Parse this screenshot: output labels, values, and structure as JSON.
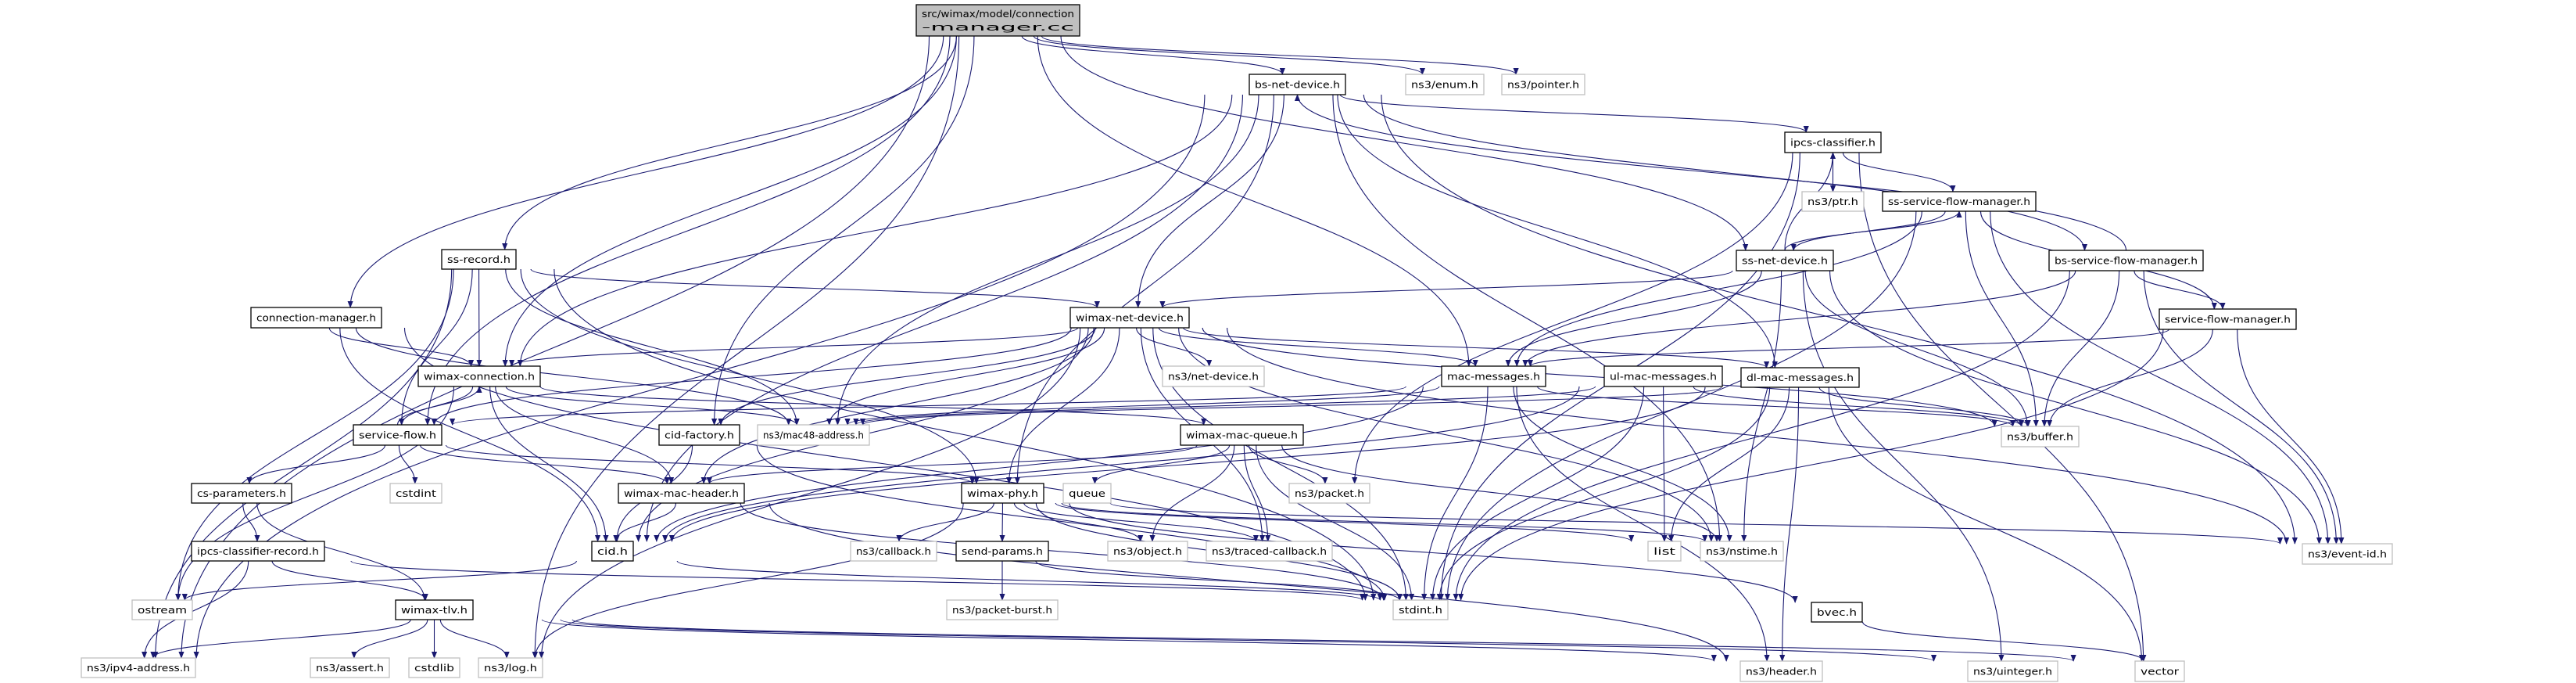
{
  "colors": {
    "edge": "#191970",
    "root_fill": "#bfbfbf",
    "internal_border": "#000000",
    "external_border": "#bfbfbf",
    "background": "#ffffff"
  },
  "graph": {
    "nodes": [
      {
        "id": "root",
        "kind": "root",
        "label_lines": [
          "src/wimax/model/connection",
          "-manager.cc"
        ]
      },
      {
        "id": "bsnd",
        "kind": "internal",
        "label": "bs-net-device.h"
      },
      {
        "id": "enum",
        "kind": "external",
        "label": "ns3/enum.h"
      },
      {
        "id": "pointer",
        "kind": "external",
        "label": "ns3/pointer.h"
      },
      {
        "id": "ssrec",
        "kind": "internal",
        "label": "ss-record.h"
      },
      {
        "id": "connmgr",
        "kind": "internal",
        "label": "connection-manager.h"
      },
      {
        "id": "wnd",
        "kind": "internal",
        "label": "wimax-net-device.h"
      },
      {
        "id": "ipcscl",
        "kind": "internal",
        "label": "ipcs-classifier.h"
      },
      {
        "id": "ptr",
        "kind": "external",
        "label": "ns3/ptr.h"
      },
      {
        "id": "sssfm",
        "kind": "internal",
        "label": "ss-service-flow-manager.h"
      },
      {
        "id": "ssnd",
        "kind": "internal",
        "label": "ss-net-device.h"
      },
      {
        "id": "bssfm",
        "kind": "internal",
        "label": "bs-service-flow-manager.h"
      },
      {
        "id": "sfm",
        "kind": "internal",
        "label": "service-flow-manager.h"
      },
      {
        "id": "wconn",
        "kind": "internal",
        "label": "wimax-connection.h"
      },
      {
        "id": "netdev",
        "kind": "external",
        "label": "ns3/net-device.h"
      },
      {
        "id": "macmsg",
        "kind": "internal",
        "label": "mac-messages.h"
      },
      {
        "id": "ulmac",
        "kind": "internal",
        "label": "ul-mac-messages.h"
      },
      {
        "id": "dlmac",
        "kind": "internal",
        "label": "dl-mac-messages.h"
      },
      {
        "id": "sflow",
        "kind": "internal",
        "label": "service-flow.h"
      },
      {
        "id": "cidf",
        "kind": "internal",
        "label": "cid-factory.h"
      },
      {
        "id": "mac48",
        "kind": "external",
        "label": "ns3/mac48-address.h"
      },
      {
        "id": "wmq",
        "kind": "internal",
        "label": "wimax-mac-queue.h"
      },
      {
        "id": "buffer",
        "kind": "external",
        "label": "ns3/buffer.h"
      },
      {
        "id": "csparam",
        "kind": "internal",
        "label": "cs-parameters.h"
      },
      {
        "id": "cstdint",
        "kind": "external",
        "label": "cstdint"
      },
      {
        "id": "wmh",
        "kind": "internal",
        "label": "wimax-mac-header.h"
      },
      {
        "id": "wphy",
        "kind": "internal",
        "label": "wimax-phy.h"
      },
      {
        "id": "queue",
        "kind": "external",
        "label": "queue"
      },
      {
        "id": "packet",
        "kind": "external",
        "label": "ns3/packet.h"
      },
      {
        "id": "ipcsrec",
        "kind": "internal",
        "label": "ipcs-classifier-record.h"
      },
      {
        "id": "cid",
        "kind": "internal",
        "label": "cid.h"
      },
      {
        "id": "callback",
        "kind": "external",
        "label": "ns3/callback.h"
      },
      {
        "id": "sendp",
        "kind": "internal",
        "label": "send-params.h"
      },
      {
        "id": "object",
        "kind": "external",
        "label": "ns3/object.h"
      },
      {
        "id": "traced",
        "kind": "external",
        "label": "ns3/traced-callback.h"
      },
      {
        "id": "list",
        "kind": "external",
        "label": "list"
      },
      {
        "id": "nstime",
        "kind": "external",
        "label": "ns3/nstime.h"
      },
      {
        "id": "eventid",
        "kind": "external",
        "label": "ns3/event-id.h"
      },
      {
        "id": "ostream",
        "kind": "external",
        "label": "ostream"
      },
      {
        "id": "wtlv",
        "kind": "internal",
        "label": "wimax-tlv.h"
      },
      {
        "id": "pburst",
        "kind": "external",
        "label": "ns3/packet-burst.h"
      },
      {
        "id": "stdint",
        "kind": "external",
        "label": "stdint.h"
      },
      {
        "id": "bvec",
        "kind": "internal",
        "label": "bvec.h"
      },
      {
        "id": "ipv4",
        "kind": "external",
        "label": "ns3/ipv4-address.h"
      },
      {
        "id": "assert",
        "kind": "external",
        "label": "ns3/assert.h"
      },
      {
        "id": "cstdlib",
        "kind": "external",
        "label": "cstdlib"
      },
      {
        "id": "log",
        "kind": "external",
        "label": "ns3/log.h"
      },
      {
        "id": "header",
        "kind": "external",
        "label": "ns3/header.h"
      },
      {
        "id": "uinteger",
        "kind": "external",
        "label": "ns3/uinteger.h"
      },
      {
        "id": "vector",
        "kind": "external",
        "label": "vector"
      }
    ],
    "edges": [
      [
        "root",
        "bsnd"
      ],
      [
        "root",
        "enum"
      ],
      [
        "root",
        "pointer"
      ],
      [
        "root",
        "ssrec"
      ],
      [
        "root",
        "connmgr"
      ],
      [
        "root",
        "sflow"
      ],
      [
        "root",
        "ipv4"
      ],
      [
        "root",
        "log"
      ],
      [
        "root",
        "cidf"
      ],
      [
        "root",
        "ssnd"
      ],
      [
        "root",
        "macmsg"
      ],
      [
        "root",
        "wconn"
      ],
      [
        "bsnd",
        "wconn"
      ],
      [
        "bsnd",
        "mac48"
      ],
      [
        "bsnd",
        "wnd"
      ],
      [
        "bsnd",
        "ipcscl"
      ],
      [
        "bsnd",
        "nstime"
      ],
      [
        "bsnd",
        "bssfm"
      ],
      [
        "bsnd",
        "dlmac"
      ],
      [
        "bsnd",
        "ipv4"
      ],
      [
        "bsnd",
        "eventid"
      ],
      [
        "bsnd",
        "cid"
      ],
      [
        "bsnd",
        "wphy"
      ],
      [
        "ssrec",
        "wconn"
      ],
      [
        "ssrec",
        "sflow"
      ],
      [
        "ssrec",
        "mac48"
      ],
      [
        "ssrec",
        "wnd"
      ],
      [
        "ssrec",
        "ostream"
      ],
      [
        "ssrec",
        "ipv4"
      ],
      [
        "ssrec",
        "stdint"
      ],
      [
        "ssrec",
        "wphy"
      ],
      [
        "connmgr",
        "wconn"
      ],
      [
        "connmgr",
        "cid"
      ],
      [
        "connmgr",
        "mac48"
      ],
      [
        "connmgr",
        "stdint"
      ],
      [
        "wconn",
        "sflow"
      ],
      [
        "wconn",
        "cid"
      ],
      [
        "wconn",
        "wmh"
      ],
      [
        "wconn",
        "wmq"
      ],
      [
        "wconn",
        "ostream"
      ],
      [
        "wconn",
        "mac48"
      ],
      [
        "sflow",
        "wconn"
      ],
      [
        "sflow",
        "csparam"
      ],
      [
        "sflow",
        "cstdint"
      ],
      [
        "sflow",
        "wmh"
      ],
      [
        "sflow",
        "wphy"
      ],
      [
        "csparam",
        "ipcsrec"
      ],
      [
        "csparam",
        "wtlv"
      ],
      [
        "ipcsrec",
        "wtlv"
      ],
      [
        "ipcsrec",
        "ipv4"
      ],
      [
        "ipcsrec",
        "stdint"
      ],
      [
        "wtlv",
        "ipv4"
      ],
      [
        "wtlv",
        "assert"
      ],
      [
        "wtlv",
        "cstdlib"
      ],
      [
        "wtlv",
        "log"
      ],
      [
        "wtlv",
        "header"
      ],
      [
        "wtlv",
        "uinteger"
      ],
      [
        "wtlv",
        "vector"
      ],
      [
        "cid",
        "ostream"
      ],
      [
        "cid",
        "stdint"
      ],
      [
        "wmh",
        "cid"
      ],
      [
        "wmh",
        "stdint"
      ],
      [
        "wmh",
        "header"
      ],
      [
        "cidf",
        "cid"
      ],
      [
        "cidf",
        "stdint"
      ],
      [
        "wnd",
        "wconn"
      ],
      [
        "wnd",
        "sflow"
      ],
      [
        "wnd",
        "cidf"
      ],
      [
        "wnd",
        "mac48"
      ],
      [
        "wnd",
        "netdev"
      ],
      [
        "wnd",
        "macmsg"
      ],
      [
        "wnd",
        "dlmac"
      ],
      [
        "wnd",
        "wphy"
      ],
      [
        "wnd",
        "wmh"
      ],
      [
        "wnd",
        "cid"
      ],
      [
        "wnd",
        "log"
      ],
      [
        "wnd",
        "traced"
      ],
      [
        "wnd",
        "stdint"
      ],
      [
        "wnd",
        "eventid"
      ],
      [
        "wnd",
        "nstime"
      ],
      [
        "wnd",
        "buffer"
      ],
      [
        "wmq",
        "queue"
      ],
      [
        "wmq",
        "packet"
      ],
      [
        "wmq",
        "object"
      ],
      [
        "wmq",
        "traced"
      ],
      [
        "wmq",
        "stdint"
      ],
      [
        "wmq",
        "nstime"
      ],
      [
        "wmq",
        "wmh"
      ],
      [
        "wphy",
        "callback"
      ],
      [
        "wphy",
        "sendp"
      ],
      [
        "wphy",
        "object"
      ],
      [
        "wphy",
        "traced"
      ],
      [
        "wphy",
        "stdint"
      ],
      [
        "wphy",
        "list"
      ],
      [
        "wphy",
        "nstime"
      ],
      [
        "wphy",
        "eventid"
      ],
      [
        "wphy",
        "bvec"
      ],
      [
        "wphy",
        "log"
      ],
      [
        "sendp",
        "pburst"
      ],
      [
        "sendp",
        "stdint"
      ],
      [
        "macmsg",
        "mac48"
      ],
      [
        "macmsg",
        "sflow"
      ],
      [
        "macmsg",
        "buffer"
      ],
      [
        "macmsg",
        "stdint"
      ],
      [
        "macmsg",
        "header"
      ],
      [
        "macmsg",
        "cid"
      ],
      [
        "macmsg",
        "nstime"
      ],
      [
        "ulmac",
        "stdint"
      ],
      [
        "ulmac",
        "list"
      ],
      [
        "ulmac",
        "buffer"
      ],
      [
        "ulmac",
        "mac48"
      ],
      [
        "ulmac",
        "cid"
      ],
      [
        "dlmac",
        "buffer"
      ],
      [
        "dlmac",
        "list"
      ],
      [
        "dlmac",
        "stdint"
      ],
      [
        "dlmac",
        "header"
      ],
      [
        "dlmac",
        "vector"
      ],
      [
        "dlmac",
        "cid"
      ],
      [
        "dlmac",
        "mac48"
      ],
      [
        "ipcscl",
        "ptr"
      ],
      [
        "ipcscl",
        "sssfm"
      ],
      [
        "ipcscl",
        "packet"
      ],
      [
        "ipcscl",
        "stdint"
      ],
      [
        "ipcscl",
        "vector"
      ],
      [
        "ssnd",
        "ipcscl"
      ],
      [
        "ssnd",
        "sssfm"
      ],
      [
        "ssnd",
        "wnd"
      ],
      [
        "ssnd",
        "eventid"
      ],
      [
        "ssnd",
        "nstime"
      ],
      [
        "ssnd",
        "uinteger"
      ],
      [
        "ssnd",
        "buffer"
      ],
      [
        "ssnd",
        "macmsg"
      ],
      [
        "sssfm",
        "ssnd"
      ],
      [
        "sssfm",
        "buffer"
      ],
      [
        "sssfm",
        "sfm"
      ],
      [
        "sssfm",
        "eventid"
      ],
      [
        "sssfm",
        "stdint"
      ],
      [
        "sssfm",
        "macmsg"
      ],
      [
        "bssfm",
        "bsnd"
      ],
      [
        "bssfm",
        "sfm"
      ],
      [
        "bssfm",
        "buffer"
      ],
      [
        "bssfm",
        "eventid"
      ],
      [
        "bssfm",
        "macmsg"
      ],
      [
        "bssfm",
        "stdint"
      ],
      [
        "sfm",
        "buffer"
      ],
      [
        "sfm",
        "eventid"
      ],
      [
        "sfm",
        "stdint"
      ],
      [
        "sfm",
        "macmsg"
      ],
      [
        "bvec",
        "vector"
      ]
    ]
  }
}
